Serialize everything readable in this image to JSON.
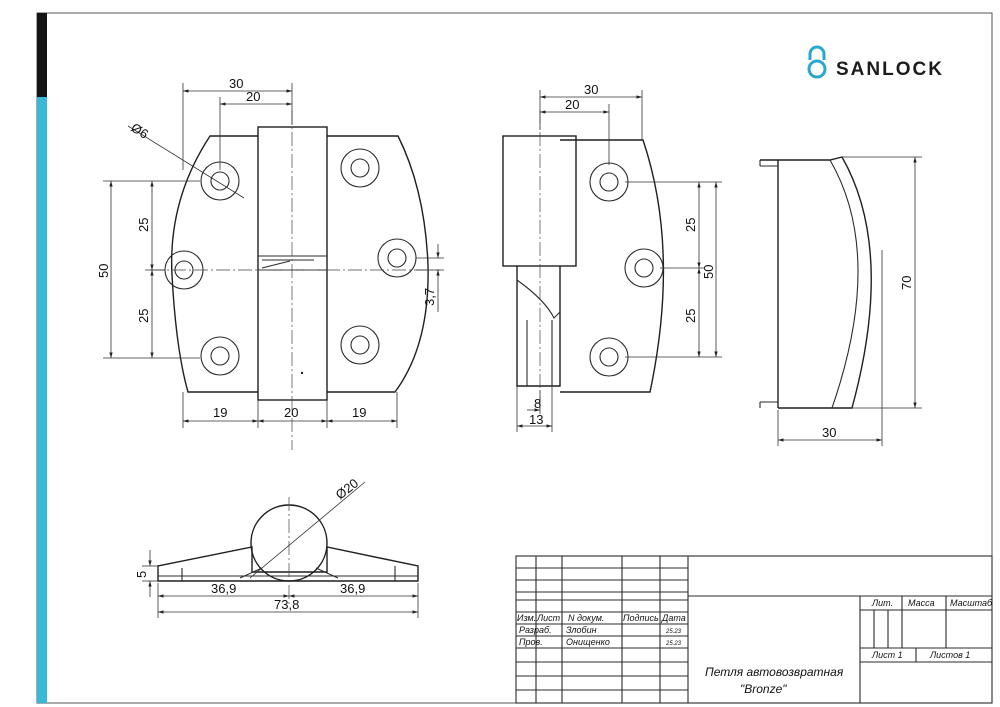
{
  "brand": {
    "name": "SANLOCK",
    "colors": {
      "accent": "#3ab9d6",
      "dark": "#141414",
      "logo_icon": "#2aa7cf"
    }
  },
  "front_view": {
    "dims": {
      "top_30": "30",
      "top_20": "20",
      "hole_dia": "Ø6",
      "left_50": "50",
      "left_25a": "25",
      "left_25b": "25",
      "right_3_7": "3,7",
      "bottom_19a": "19",
      "bottom_20": "20",
      "bottom_19b": "19"
    }
  },
  "side_view": {
    "dims": {
      "top_30": "30",
      "top_20": "20",
      "right_25a": "25",
      "right_50": "50",
      "right_25b": "25",
      "bottom_8": "8",
      "bottom_13": "13"
    }
  },
  "profile_view": {
    "dims": {
      "height_70": "70",
      "width_30": "30"
    }
  },
  "bottom_view": {
    "dims": {
      "dia_20": "Ø20",
      "left_5": "5",
      "half_36_9a": "36,9",
      "half_36_9b": "36,9",
      "total_73_8": "73,8"
    }
  },
  "title_block": {
    "headers": {
      "izm": "Изм.",
      "list": "Лист",
      "doc_no": "N докум.",
      "signature": "Подпись",
      "date": "Дата"
    },
    "rows": [
      {
        "role": "Разраб.",
        "name": "Злобин",
        "date": "25.23"
      },
      {
        "role": "Пров.",
        "name": "Онищенко",
        "date": "25.23"
      }
    ],
    "right_headers": {
      "lit": "Лит.",
      "mass": "Масса",
      "scale": "Масштаб"
    },
    "sheet": "Лист  1",
    "sheets": "Листов  1",
    "title_line1": "Петля автовозвратная",
    "title_line2": "\"Bronze\""
  }
}
